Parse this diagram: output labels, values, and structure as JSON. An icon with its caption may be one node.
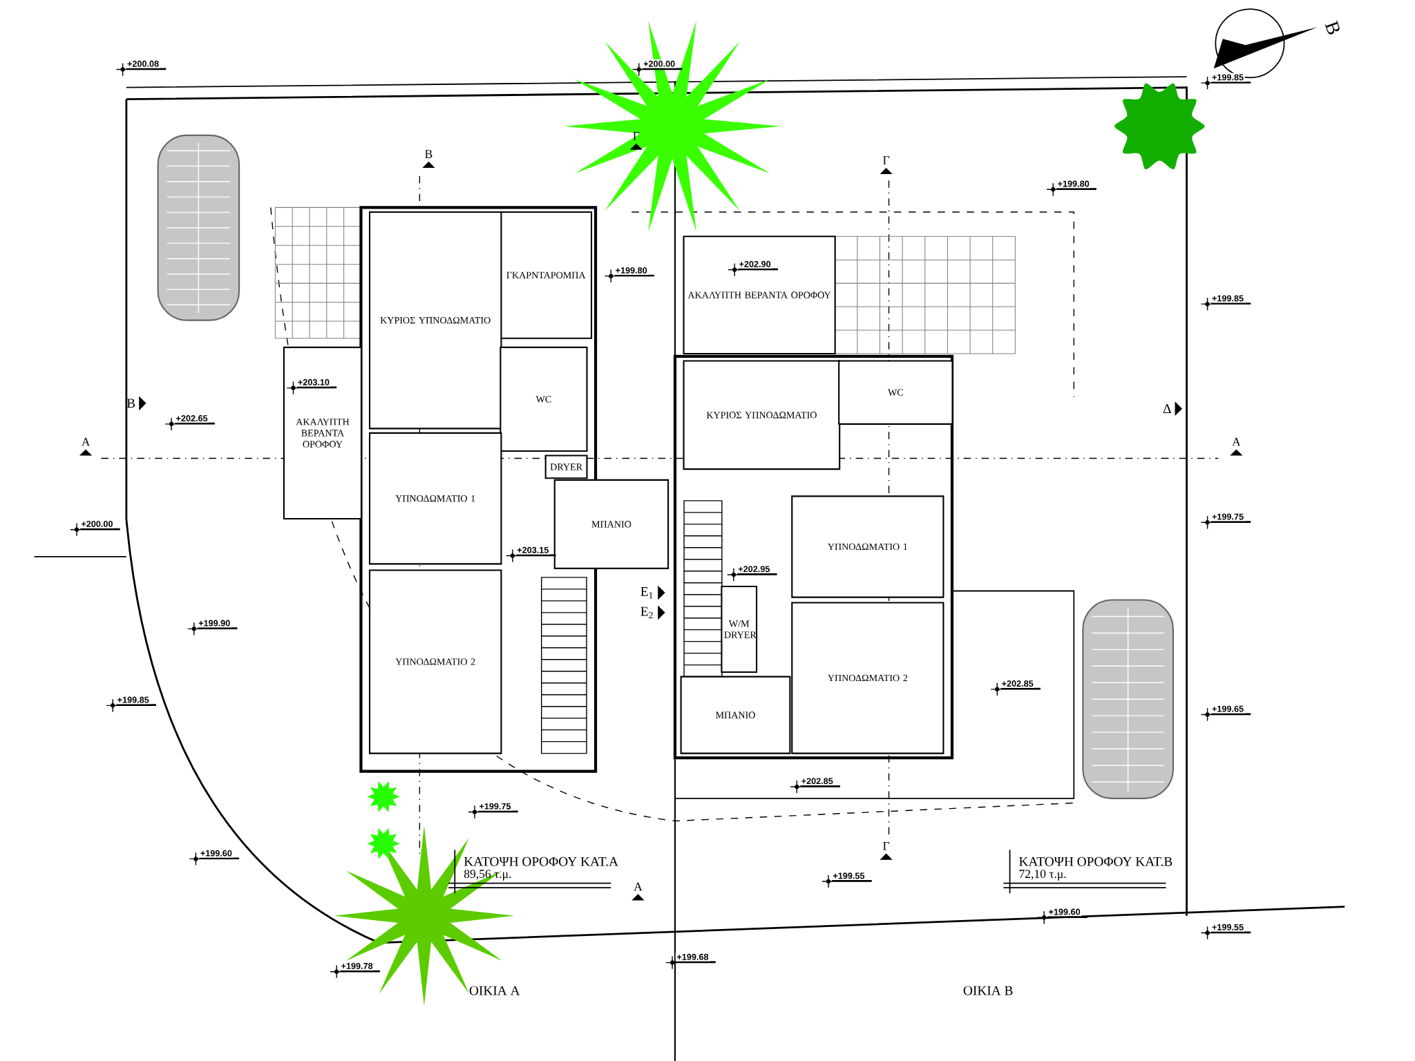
{
  "diagram": {
    "nodes": [
      {
        "text": [
          "ΓΚΑΡΝΤΑΡΟΜΠΑ"
        ]
      },
      {
        "text": [
          "ΚΥΡΙΟΣ ΥΠΝΟΔΩΜΑΤΙΟ"
        ]
      },
      {
        "text": [
          "WC"
        ]
      },
      {
        "text": [
          "ΑΚΑΛΥΠΤΗ ΒΕΡΑΝΤΑ ΟΡΟΦΟΥ"
        ]
      },
      {
        "text": [
          "DRYER"
        ]
      },
      {
        "text": [
          "ΥΠΝΟΔΩΜΑΤΙΟ 1"
        ]
      },
      {
        "text": [
          "ΜΠΑΝΙΟ"
        ]
      },
      {
        "text": [
          "ΥΠΝΟΔΩΜΑΤΙΟ 2"
        ]
      },
      {
        "text": [
          "ΑΚΑΛΥΠΤΗ ΒΕΡΑΝΤΑ ΟΡΟΦΟΥ"
        ]
      },
      {
        "text": [
          "ΚΥΡΙΟΣ ΥΠΝΟΔΩΜΑΤΙΟ"
        ]
      },
      {
        "text": [
          "WC"
        ]
      },
      {
        "text": [
          "ΥΠΝΟΔΩΜΑΤΙΟ 1"
        ]
      },
      {
        "text": [
          "W/M DRYER"
        ]
      },
      {
        "text": [
          "ΥΠΝΟΔΩΜΑΤΙΟ 2"
        ]
      },
      {
        "text": [
          "ΜΠΑΝΙΟ"
        ]
      }
    ],
    "labels": [
      "+200.08",
      "+200.00",
      "Β",
      "+199.85",
      "Γ",
      "Β",
      "Γ",
      "+199.80",
      "+199.80",
      "+202.90",
      "+199.85",
      "Β",
      "Δ",
      "+202.65",
      "+203.10",
      "Α",
      "Α",
      "+200.00",
      "+203.15",
      "+202.95",
      "+199.75",
      "Ε$_{1}$",
      "Ε$_{2}$",
      "+199.90",
      "+202.85",
      "+199.85",
      "+199.65",
      "+202.85",
      "+199.75",
      "+199.60",
      "Γ",
      "ΚΑΤΟΨΗ ΟΡΟΦΟΥ ΚΑΤ.Α",
      "89,56 τ.μ.",
      "ΚΑΤΟΨΗ ΟΡΟΦΟΥ ΚΑΤ.Β",
      "72,10 τ.μ.",
      "+199.55",
      "Α",
      "+199.60",
      "+199.55",
      "+199.68",
      "+199.78",
      "ΟΙΚΙΑ Α",
      "ΟΙΚΙΑ Β"
    ]
  }
}
